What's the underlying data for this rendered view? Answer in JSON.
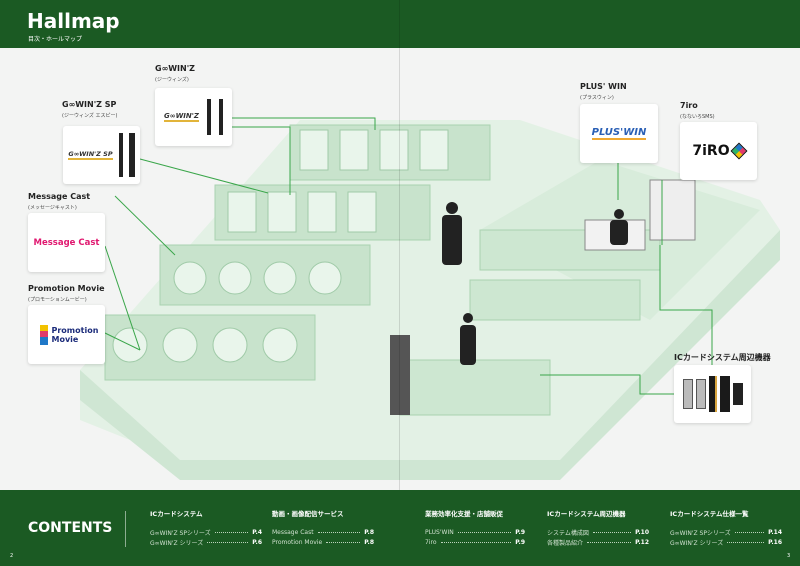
{
  "header": {
    "title": "Hallmap",
    "subtitle": "目次・ホールマップ"
  },
  "products": [
    {
      "name": "G∞WIN'Z",
      "reading": "(ジーウィンズ)",
      "logo": "G∞WIN'Z"
    },
    {
      "name": "G∞WIN'Z SP",
      "reading": "(ジーウィンズ エスピー)",
      "logo": "G∞WIN'Z SP"
    },
    {
      "name": "Message Cast",
      "reading": "(メッセージキャスト)",
      "logo": "Message Cast"
    },
    {
      "name": "Promotion Movie",
      "reading": "(プロモーションムービー)",
      "logo": "Promotion Movie"
    },
    {
      "name": "PLUS' WIN",
      "reading": "(プラスウィン)",
      "logo": "PLUS'WIN"
    },
    {
      "name": "7iro",
      "reading": "(なないろSMS)",
      "logo": "7iRO"
    },
    {
      "name": "ICカードシステム周辺機器"
    }
  ],
  "footer": {
    "contents_label": "CONTENTS",
    "sections": [
      {
        "heading": "ICカードシステム",
        "items": [
          {
            "label": "G∞WIN'Z SPシリーズ",
            "page": "P.4"
          },
          {
            "label": "G∞WIN'Z シリーズ",
            "page": "P.6"
          }
        ]
      },
      {
        "heading": "動画・画像配信サービス",
        "items": [
          {
            "label": "Message Cast",
            "page": "P.8"
          },
          {
            "label": "Promotion Movie",
            "page": "P.8"
          }
        ]
      },
      {
        "heading": "業務効率化支援・店舗販促",
        "items": [
          {
            "label": "PLUS'WIN",
            "page": "P.9"
          },
          {
            "label": "7iro",
            "page": "P.9"
          }
        ]
      },
      {
        "heading": "ICカードシステム周辺機器",
        "items": [
          {
            "label": "システム構成図",
            "page": "P.10"
          },
          {
            "label": "各種製品紹介",
            "page": "P.12"
          }
        ]
      },
      {
        "heading": "ICカードシステム仕様一覧",
        "items": [
          {
            "label": "G∞WIN'Z SPシリーズ",
            "page": "P.14"
          },
          {
            "label": "G∞WIN'Z シリーズ",
            "page": "P.16"
          }
        ]
      }
    ],
    "page_left": "2",
    "page_right": "3"
  },
  "colors": {
    "brand_green": "#1b5a23",
    "floor_green": "#d4ead7",
    "line_green": "#3aa64a",
    "message_cast": "#e0176f",
    "promotion_navy": "#1b2b7a"
  }
}
